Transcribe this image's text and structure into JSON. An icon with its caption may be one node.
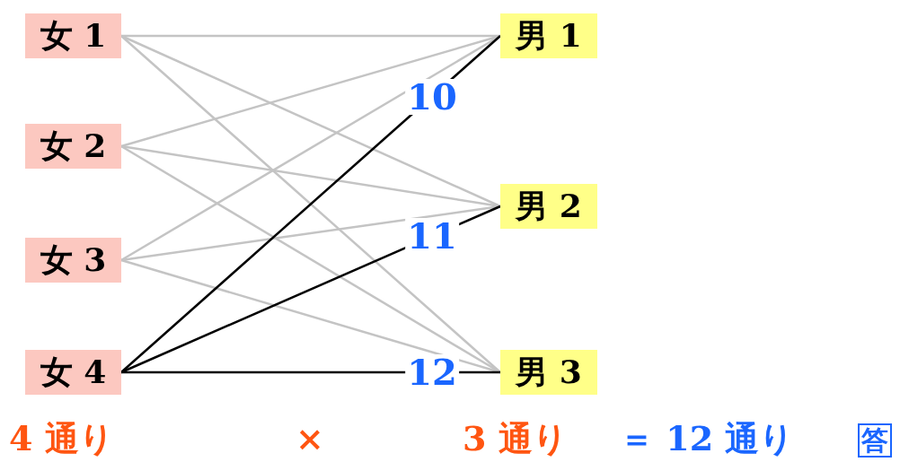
{
  "diagram": {
    "nodes": [
      {
        "text": [
          "女 1"
        ]
      },
      {
        "text": [
          "女 2"
        ]
      },
      {
        "text": [
          "女 3"
        ]
      },
      {
        "text": [
          "女 4"
        ]
      },
      {
        "text": [
          "男 1"
        ]
      },
      {
        "text": [
          "男 2"
        ]
      },
      {
        "text": [
          "男 3"
        ]
      }
    ],
    "edges": [
      {
        "from": 0,
        "to": 4,
        "arrow": "none"
      },
      {
        "from": 0,
        "to": 5,
        "arrow": "none"
      },
      {
        "from": 0,
        "to": 6,
        "arrow": "none"
      },
      {
        "from": 1,
        "to": 4,
        "arrow": "none"
      },
      {
        "from": 1,
        "to": 5,
        "arrow": "none"
      },
      {
        "from": 1,
        "to": 6,
        "arrow": "none"
      },
      {
        "from": 2,
        "to": 4,
        "arrow": "none"
      },
      {
        "from": 2,
        "to": 5,
        "arrow": "none"
      },
      {
        "from": 2,
        "to": 6,
        "arrow": "none"
      },
      {
        "from": 3,
        "to": 4,
        "arrow": "none",
        "label": "10",
        "color": "#000000"
      },
      {
        "from": 3,
        "to": 5,
        "arrow": "none",
        "label": "11",
        "color": "#000000"
      },
      {
        "from": 3,
        "to": 6,
        "arrow": "none",
        "label": "12",
        "color": "#000000"
      }
    ],
    "labels": [
      "4 通り",
      "×",
      "3 通り",
      "＝ 12 通り",
      "答"
    ]
  }
}
